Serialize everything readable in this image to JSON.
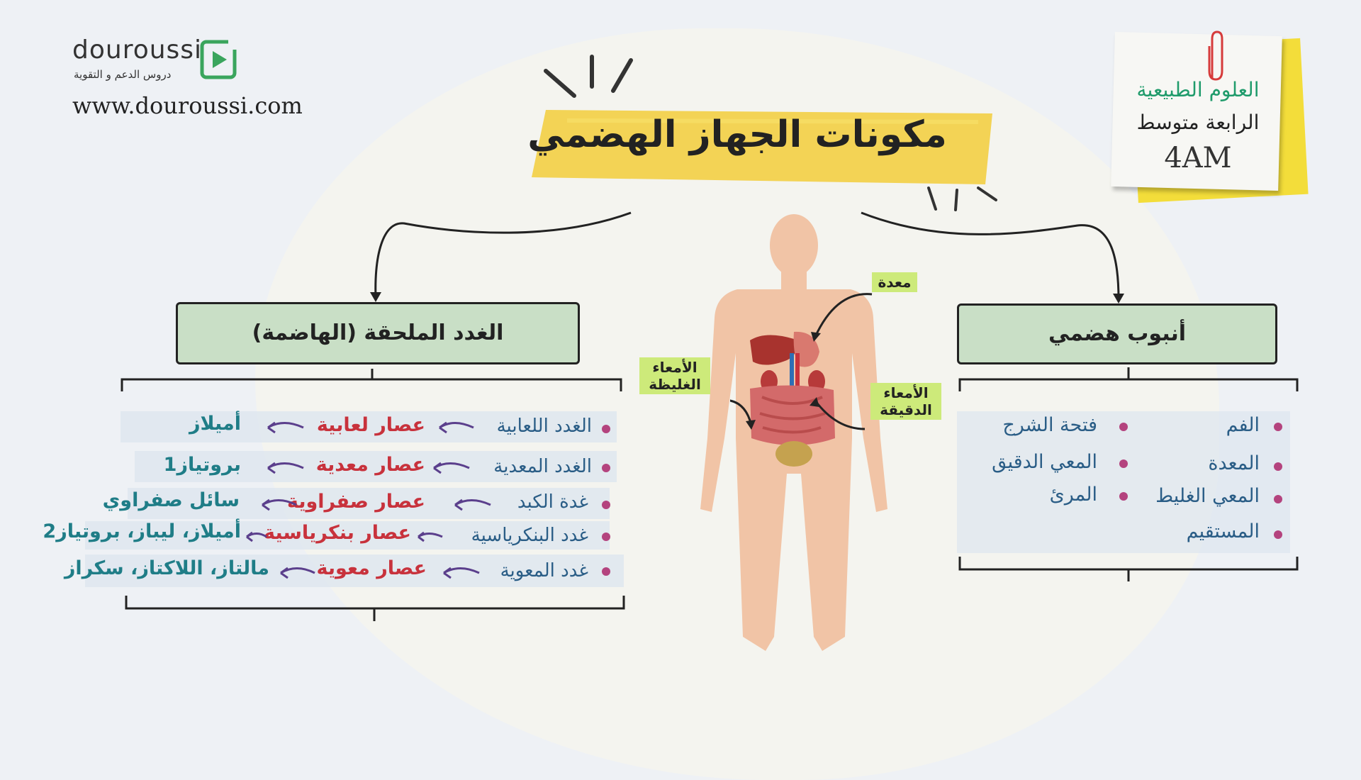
{
  "logo": {
    "brand": "douroussi",
    "tagline": "دروس الدعم و التقوية",
    "url": "www.douroussi.com"
  },
  "title": "مكونات الجهاز الهضمي",
  "sticky": {
    "subject": "العلوم الطبيعية",
    "level": "الرابعة متوسط",
    "code": "4AM"
  },
  "left_box": {
    "label": "الغدد الملحقة (الهاضمة)"
  },
  "right_box": {
    "label": "أنبوب هضمي"
  },
  "glands": [
    {
      "gland": "الغدد اللعابية",
      "juice": "عصار لعابية",
      "enzyme": "أميلاز"
    },
    {
      "gland": "الغدد المعدية",
      "juice": "عصار معدية",
      "enzyme": "بروتياز1"
    },
    {
      "gland": "غدة الكبد",
      "juice": "عصار صفراوية",
      "enzyme": "سائل صفراوي"
    },
    {
      "gland": "غدد البنكرياسية",
      "juice": "عصار بنكرياسية",
      "enzyme": "أميلاز، ليباز، بروتياز2"
    },
    {
      "gland": "غدد المعوية",
      "juice": "عصار معوية",
      "enzyme": "مالتاز، اللاكتاز، سكراز"
    }
  ],
  "tube_parts": [
    "الفم",
    "فتحة الشرج",
    "المعدة",
    "المعي الدقيق",
    "المعي الغليط",
    "المرئ",
    "المستقيم"
  ],
  "organ_labels": {
    "stomach": "معدة",
    "large_intestine": "الأمعاء الغليظة",
    "small_intestine": "الأمعاء الدقيقة"
  },
  "colors": {
    "box_fill": "#c9dfc6",
    "title_highlight": "#f2cd3a",
    "label_highlight": "#cdea7a",
    "gland_text": "#2a5d86",
    "juice_text": "#c8323c",
    "enzyme_text": "#1f7d87",
    "bullet": "#b4437e"
  }
}
